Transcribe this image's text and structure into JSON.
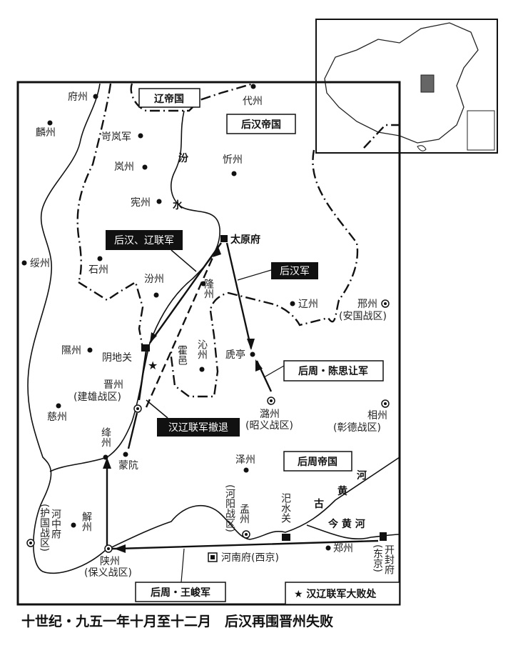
{
  "title": "十世纪・九五一年十月至十二月　后汉再围晋州失败",
  "legend": {
    "star_label": "★ 汉辽联军大败处"
  },
  "regions": {
    "liao": "辽帝国",
    "later_han": "后汉帝国",
    "later_zhou": "后周帝国"
  },
  "armies": {
    "han_liao": "后汉、辽联军",
    "han": "后汉军",
    "chen_sirang": "后周・陈思让军",
    "retreat": "汉辽联军撤退",
    "wang_jun": "后周・王峻军"
  },
  "rivers": {
    "fen_1": "汾",
    "fen_2": "水",
    "old_yellow": [
      "河",
      "黄",
      "古"
    ],
    "new_yellow": "今 黄 河"
  },
  "places": {
    "fuzhou": "府州",
    "linzhou": "麟州",
    "kelanjun": "岢岚军",
    "lanzhou": "岚州",
    "xinzhou": "忻州",
    "daizhou": "代州",
    "xianzhou": "宪州",
    "taiyuan": "太原府",
    "suizhou": "绥州",
    "shizhou": "石州",
    "fenzhou": "汾州",
    "longzhou": "隆州",
    "liaozhou": "辽州",
    "xingzhou": "邢州",
    "xingzhou_sub": "(安国战区)",
    "xizhou": "隰州",
    "yindiguan": "阴地关",
    "huoyi": "霍邑",
    "qinzhou": "沁州",
    "siting": "虒亭",
    "jinzhou": "晋州",
    "jinzhou_sub": "(建雄战区)",
    "cizhou": "慈州",
    "luzhou": "潞州",
    "luzhou_sub": "(昭义战区)",
    "xiangzhou": "相州",
    "xiangzhou_sub": "(彰德战区)",
    "jiangzhou": "绛州",
    "mengkeng": "蒙阬",
    "zezhou": "泽州",
    "hezhongfu": "河中府",
    "hezhongfu_sub": "(护国战区)",
    "xiezhou": "解州",
    "mengzhou": "孟州",
    "mengzhou_sub": "(河阳战区)",
    "sishuiguan": "汜水关",
    "zhengzhou": "郑州",
    "kaifeng": "开封府",
    "kaifeng_sub": "(东京)",
    "henanfu": "河南府(西京)",
    "shanzhou": "陕州",
    "shanzhou_sub": "(保义战区)"
  }
}
